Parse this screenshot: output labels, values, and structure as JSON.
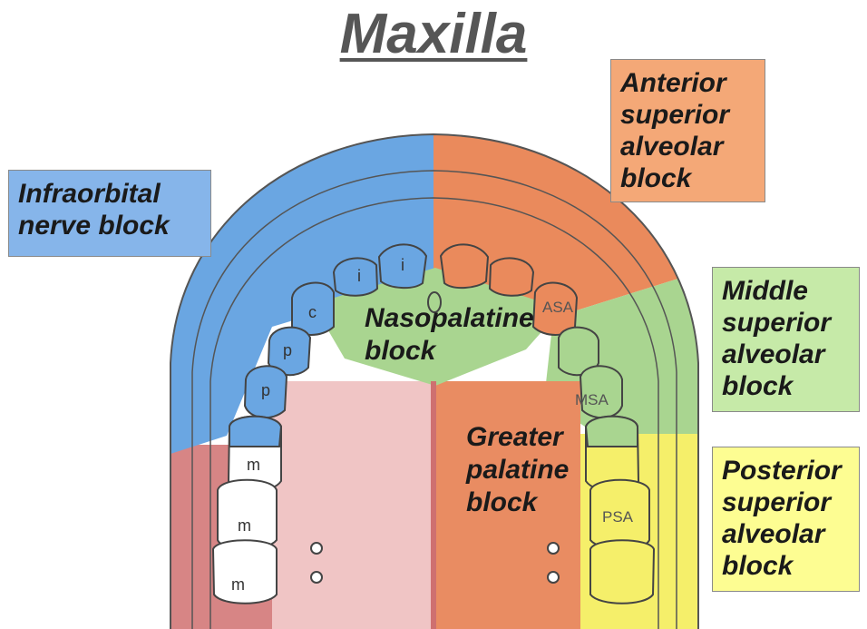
{
  "title": "Maxilla",
  "labels": {
    "infraorbital": "Infraorbital\nnerve block",
    "anterior_superior": "Anterior\nsuperior\nalveolar\nblock",
    "middle_superior": "Middle\nsuperior\nalveolar\nblock",
    "posterior_superior": "Posterior\nsuperior\nalveolar\nblock",
    "nasopalatine": "Nasopalatine\nblock",
    "greater_palatine": "Greater\npalatine\nblock"
  },
  "tooth_labels": {
    "incisor_1": "i",
    "incisor_2": "i",
    "canine": "c",
    "premolar_1": "p",
    "premolar_2": "p",
    "molar_1": "m",
    "molar_2": "m",
    "molar_3": "m"
  },
  "nerve_labels": {
    "asa": "ASA",
    "msa": "MSA",
    "psa": "PSA"
  },
  "colors": {
    "infraorbital": "#6aa6e2",
    "anterior_superior": "#ea8a5c",
    "middle_superior": "#a9d590",
    "posterior_superior": "#f5ef6a",
    "nasopalatine": "#a9d590",
    "greater_palatine_left": "#f0c5c5",
    "greater_palatine_right": "#e98c62",
    "vestibule": "#d78585",
    "outline": "#555555"
  }
}
